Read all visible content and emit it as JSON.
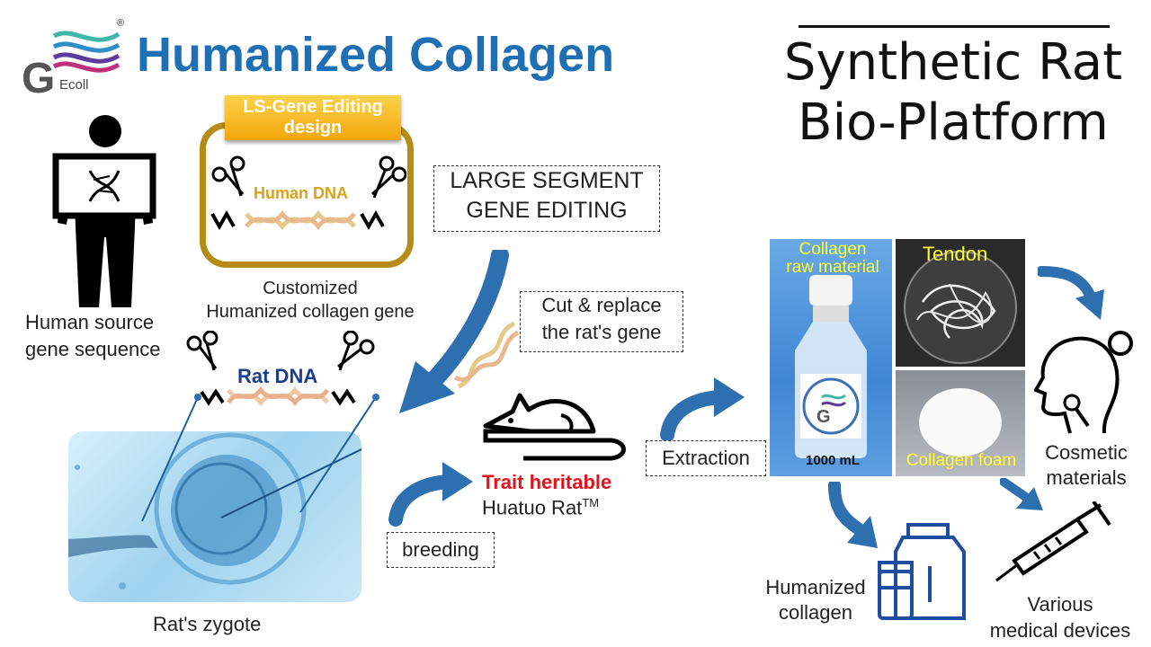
{
  "logo": {
    "text": "Ecoll",
    "letter": "G",
    "mark": "®"
  },
  "title": "Humanized Collagen",
  "platform_title": {
    "line1": "Synthetic Rat",
    "line2": "Bio-Platform"
  },
  "gene_editing_tag": "LS-Gene Editing design",
  "human_dna_label": "Human DNA",
  "customized_label": {
    "line1": "Customized",
    "line2": "Humanized collagen gene"
  },
  "human_source_label": {
    "line1": "Human source",
    "line2": "gene sequence"
  },
  "large_segment_label": {
    "line1": "LARGE SEGMENT",
    "line2": "GENE EDITING"
  },
  "cut_replace_label": {
    "line1": "Cut & replace",
    "line2": "the rat's gene"
  },
  "rat_dna_label": "Rat DNA",
  "zygote_label": "Rat's zygote",
  "breeding_label": "breeding",
  "trait_heritable_label": "Trait heritable",
  "huatuo_rat_label": "Huatuo Rat",
  "huatuo_tm": "TM",
  "extraction_label": "Extraction",
  "collagen_raw_label": {
    "line1": "Collagen",
    "line2": "raw material"
  },
  "bottle_volume": "1000 mL",
  "tendon_label": "Tendon",
  "collagen_foam_label": "Collagen foam",
  "cosmetic_label": {
    "line1": "Cosmetic",
    "line2": "materials"
  },
  "humanized_collagen_label": {
    "line1": "Humanized",
    "line2": "collagen"
  },
  "medical_label": {
    "line1": "Various",
    "line2": "medical devices"
  },
  "colors": {
    "title_blue": "#1f6fb5",
    "arrow_blue": "#2e6fb0",
    "gold": "#b58d16",
    "red": "#e3121b",
    "navy": "#1a3d8f"
  }
}
